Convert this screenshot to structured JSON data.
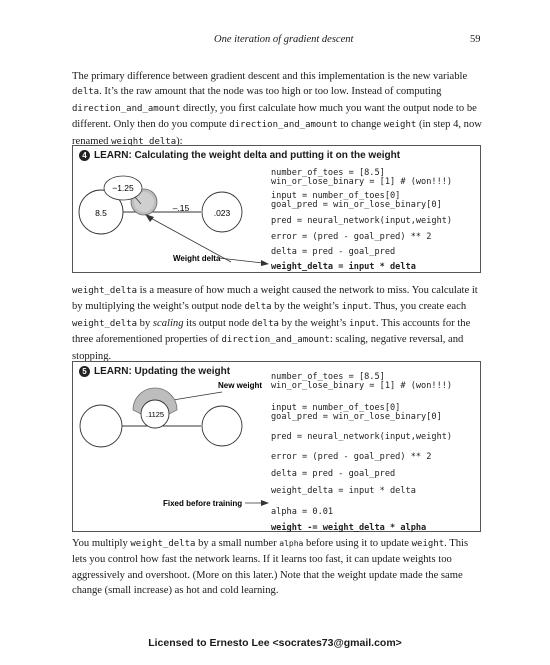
{
  "header": {
    "title": "One iteration of gradient descent",
    "page_number": "59"
  },
  "intro_paragraph": {
    "t1": "The primary difference between gradient descent and this implementation is the new variable ",
    "c1": "delta",
    "t2": ". It’s the raw amount that the node was too high or too low. Instead of computing ",
    "c2": "direction_and_amount",
    "t3": " directly, you first calculate how much you want the output node to be different. Only then do you compute ",
    "c3": "direction_and_amount",
    "t4": " to change ",
    "c4": "weight",
    "t5": " (in step 4, now renamed ",
    "c5": "weight_delta",
    "t6": "):"
  },
  "box4": {
    "step": "4",
    "title": "LEARN: Calculating the weight delta and putting it on the weight",
    "diagram": {
      "input_value": "8.5",
      "weight_delta_value": "−1.25",
      "middle_value": "–.15",
      "output_value": ".023",
      "weight_delta_label": "Weight delta"
    },
    "code": [
      "number_of_toes = [8.5]",
      "win_or_lose_binary = [1] # (won!!!)",
      "input = number_of_toes[0]",
      "goal_pred = win_or_lose_binary[0]",
      "pred = neural_network(input,weight)",
      "error = (pred - goal_pred) ** 2",
      "delta = pred - goal_pred",
      "weight_delta = input * delta"
    ]
  },
  "middle_paragraph": {
    "c1": "weight_delta",
    "t1": " is a measure of how much a weight caused the network to miss. You calculate it by multiplying the weight’s output node ",
    "c2": "delta",
    "t2": " by the weight’s ",
    "c3": "input",
    "t3": ". Thus, you create each ",
    "c4": "weight_delta",
    "t4": " by ",
    "i1": "scaling",
    "t5": " its output node ",
    "c5": "delta",
    "t6": " by the weight’s ",
    "c6": "input",
    "t7": ". This accounts for the three aforementioned properties of ",
    "c7": "direction_and_amount",
    "t8": ": scaling, negative reversal, and stopping."
  },
  "box5": {
    "step": "5",
    "title": "LEARN: Updating the weight",
    "diagram": {
      "new_weight_label": "New weight",
      "weight_value": ".1125",
      "fixed_label": "Fixed before training"
    },
    "code": [
      "number_of_toes = [8.5]",
      "win_or_lose_binary = [1] # (won!!!)",
      "input = number_of_toes[0]",
      "goal_pred = win_or_lose_binary[0]",
      "pred = neural_network(input,weight)",
      "error = (pred - goal_pred) ** 2",
      "delta = pred - goal_pred",
      "weight_delta = input * delta",
      "alpha = 0.01",
      "weight -= weight_delta * alpha"
    ]
  },
  "closing_paragraph": {
    "t1": "You multiply ",
    "c1": "weight_delta",
    "t2": " by a small number ",
    "c2": "alpha",
    "t3": " before using it to update ",
    "c3": "weight",
    "t4": ". This lets you control how fast the network learns. If it learns too fast, it can update weights too aggressively and overshoot. (More on this later.) Note that the weight update made the same change (small increase) as hot and cold learning."
  },
  "footer": {
    "license": "Licensed to Ernesto Lee <socrates73@gmail.com>"
  }
}
